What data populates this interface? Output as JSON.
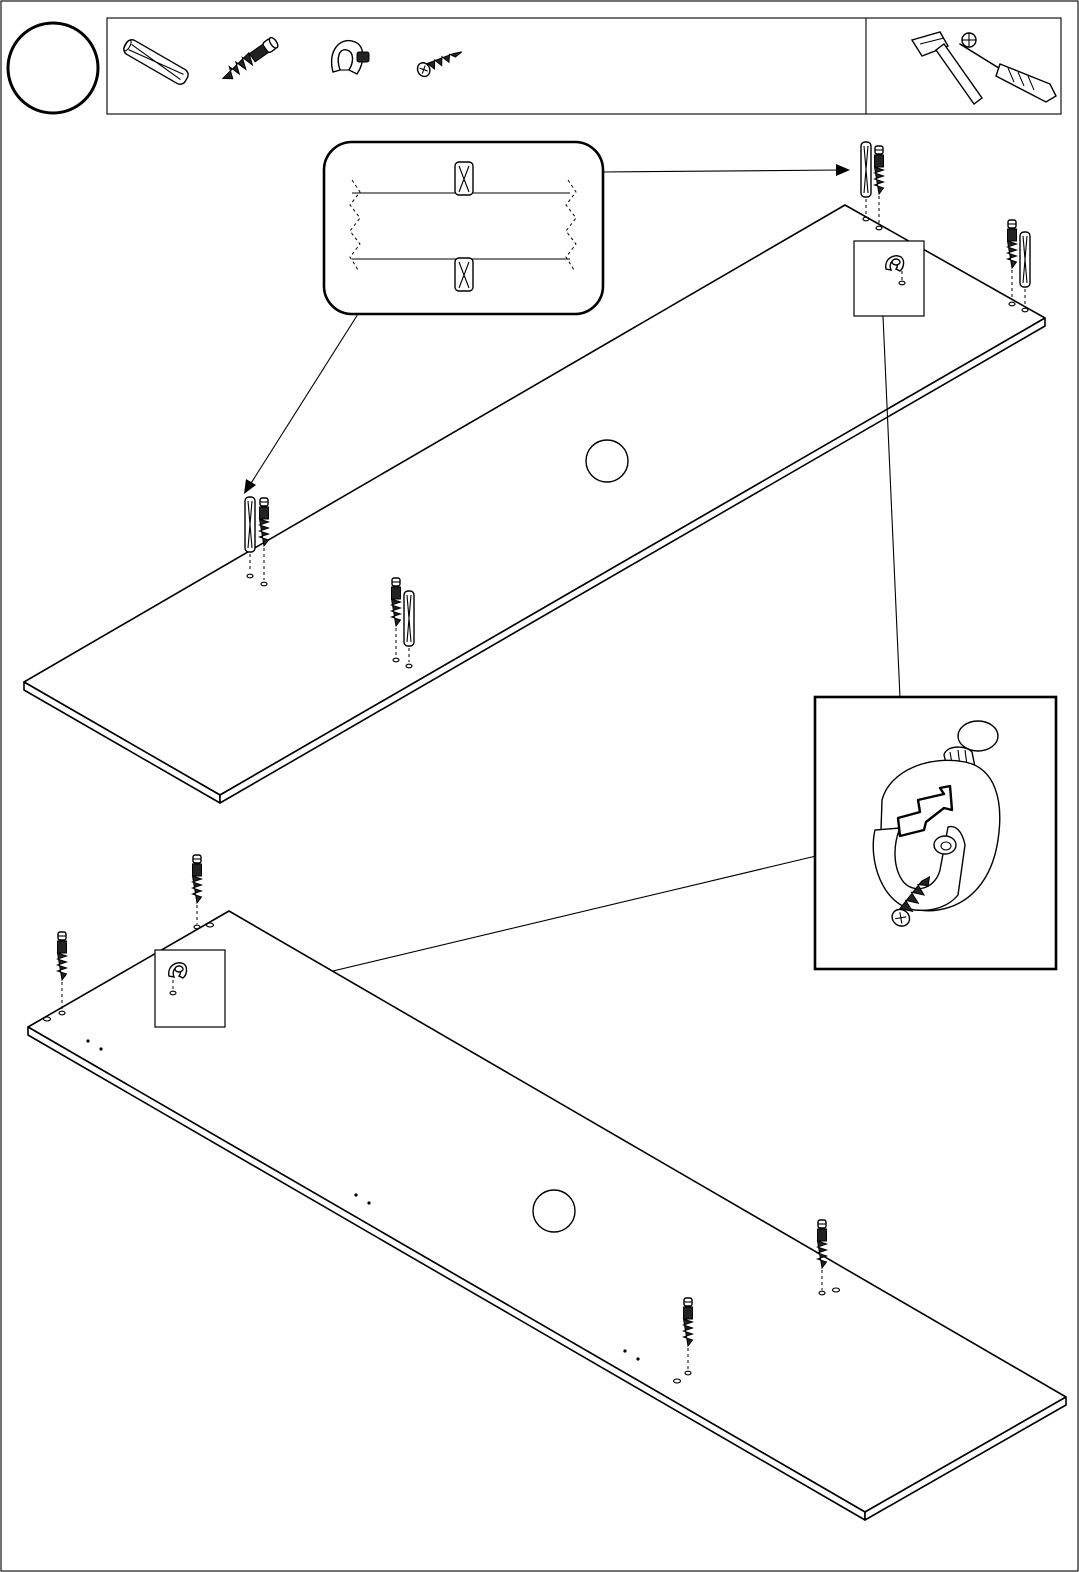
{
  "step": {
    "number": ""
  },
  "parts_header": {
    "parts": [
      {
        "icon": "wooden-dowel-icon"
      },
      {
        "icon": "cam-bolt-icon"
      },
      {
        "icon": "shelf-clip-icon"
      },
      {
        "icon": "wood-screw-icon"
      }
    ],
    "tools": [
      {
        "icon": "hammer-icon"
      },
      {
        "icon": "phillips-screwdriver-icon"
      }
    ]
  },
  "panels": [
    {
      "name": "upper-panel",
      "marker_label": ""
    },
    {
      "name": "lower-panel",
      "marker_label": ""
    }
  ],
  "details": [
    {
      "name": "dowel-detail-callout"
    },
    {
      "name": "clip-detail-callout"
    }
  ],
  "colors": {
    "line": "#000000",
    "background": "#ffffff"
  }
}
